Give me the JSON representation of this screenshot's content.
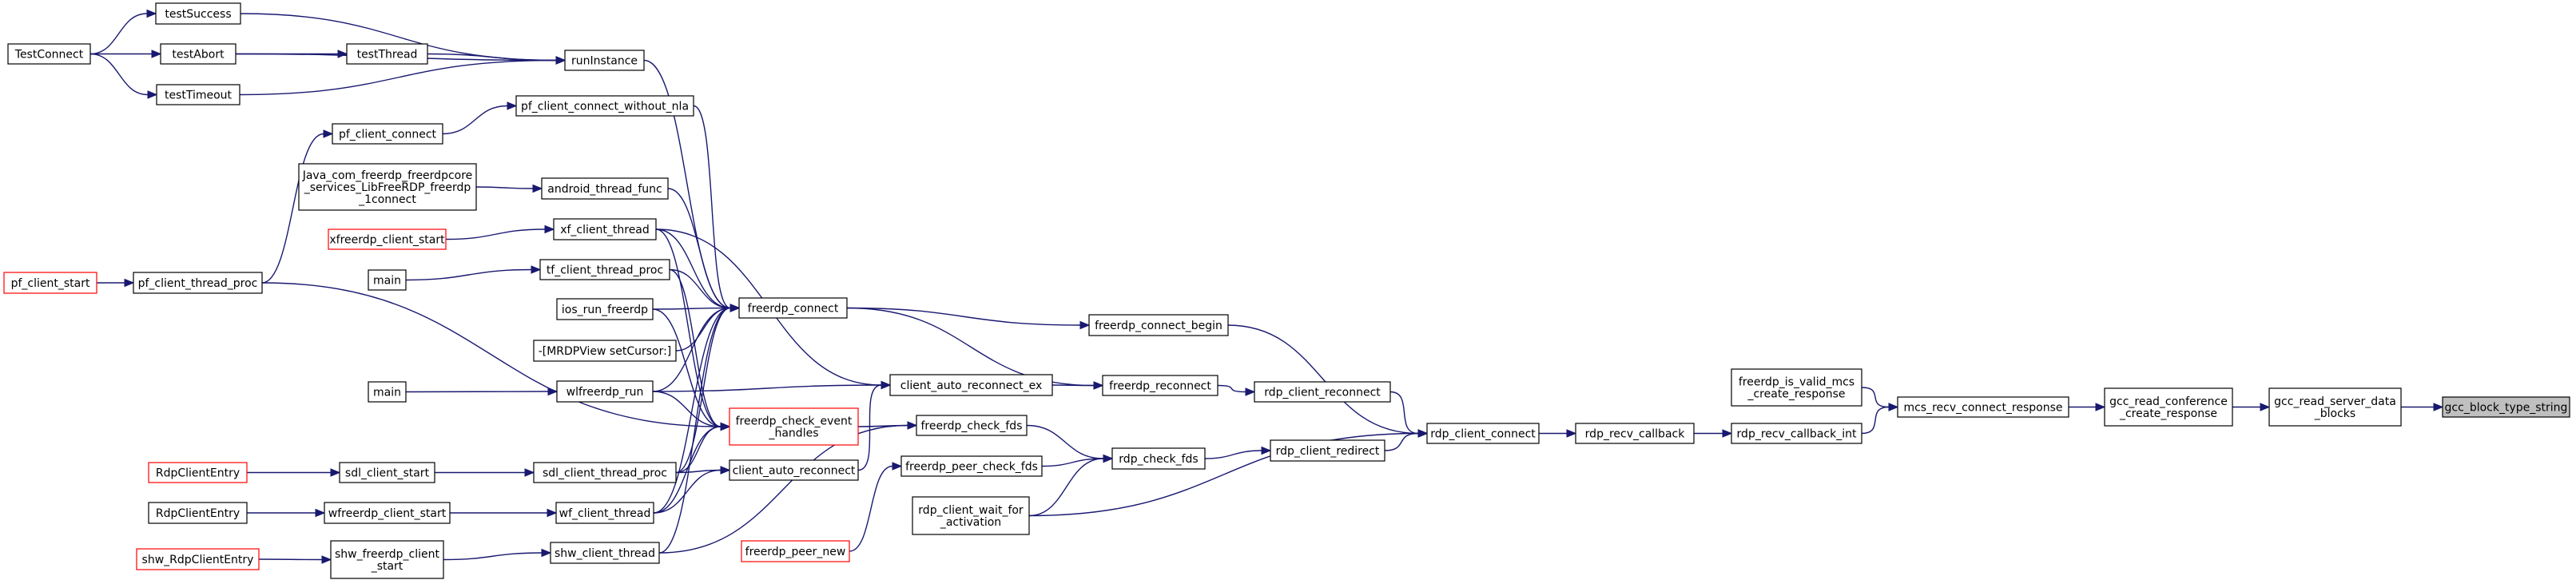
{
  "graph": {
    "edge_color": "#191970",
    "node_border_color": "#000000",
    "truncated_node_border_color": "#ff0000",
    "target_node_fill": "#bfbfbf",
    "nodes": [
      {
        "id": "gcc_block_type_string",
        "lines": [
          "gcc_block_type_string"
        ],
        "target": true
      },
      {
        "id": "gcc_read_server_data_blocks",
        "lines": [
          "gcc_read_server_data",
          "_blocks"
        ]
      },
      {
        "id": "gcc_read_conference_create_response",
        "lines": [
          "gcc_read_conference",
          "_create_response"
        ]
      },
      {
        "id": "mcs_recv_connect_response",
        "lines": [
          "mcs_recv_connect_response"
        ]
      },
      {
        "id": "freerdp_is_valid_mcs_create_response",
        "lines": [
          "freerdp_is_valid_mcs",
          "_create_response"
        ]
      },
      {
        "id": "rdp_recv_callback_int",
        "lines": [
          "rdp_recv_callback_int"
        ]
      },
      {
        "id": "rdp_recv_callback",
        "lines": [
          "rdp_recv_callback"
        ]
      },
      {
        "id": "rdp_client_connect",
        "lines": [
          "rdp_client_connect"
        ]
      },
      {
        "id": "freerdp_connect_begin",
        "lines": [
          "freerdp_connect_begin"
        ]
      },
      {
        "id": "rdp_client_reconnect",
        "lines": [
          "rdp_client_reconnect"
        ]
      },
      {
        "id": "rdp_client_redirect",
        "lines": [
          "rdp_client_redirect"
        ]
      },
      {
        "id": "freerdp_reconnect",
        "lines": [
          "freerdp_reconnect"
        ]
      },
      {
        "id": "rdp_check_fds",
        "lines": [
          "rdp_check_fds"
        ]
      },
      {
        "id": "freerdp_connect",
        "lines": [
          "freerdp_connect"
        ]
      },
      {
        "id": "client_auto_reconnect_ex",
        "lines": [
          "client_auto_reconnect_ex"
        ]
      },
      {
        "id": "freerdp_check_fds",
        "lines": [
          "freerdp_check_fds"
        ]
      },
      {
        "id": "freerdp_peer_check_fds",
        "lines": [
          "freerdp_peer_check_fds"
        ]
      },
      {
        "id": "rdp_client_wait_for_activation",
        "lines": [
          "rdp_client_wait_for",
          "_activation"
        ]
      },
      {
        "id": "freerdp_check_event_handles",
        "lines": [
          "freerdp_check_event",
          "_handles"
        ],
        "truncated": true
      },
      {
        "id": "client_auto_reconnect",
        "lines": [
          "client_auto_reconnect"
        ]
      },
      {
        "id": "freerdp_peer_new",
        "lines": [
          "freerdp_peer_new"
        ],
        "truncated": true
      },
      {
        "id": "runInstance",
        "lines": [
          "runInstance"
        ]
      },
      {
        "id": "pf_client_connect_without_nla",
        "lines": [
          "pf_client_connect_without_nla"
        ]
      },
      {
        "id": "android_thread_func",
        "lines": [
          "android_thread_func"
        ]
      },
      {
        "id": "xf_client_thread",
        "lines": [
          "xf_client_thread"
        ]
      },
      {
        "id": "tf_client_thread_proc",
        "lines": [
          "tf_client_thread_proc"
        ]
      },
      {
        "id": "ios_run_freerdp",
        "lines": [
          "ios_run_freerdp"
        ]
      },
      {
        "id": "MRDPView_setCursor",
        "lines": [
          "-[MRDPView setCursor:]"
        ]
      },
      {
        "id": "wlfreerdp_run",
        "lines": [
          "wlfreerdp_run"
        ]
      },
      {
        "id": "sdl_client_thread_proc",
        "lines": [
          "sdl_client_thread_proc"
        ]
      },
      {
        "id": "wf_client_thread",
        "lines": [
          "wf_client_thread"
        ]
      },
      {
        "id": "shw_client_thread",
        "lines": [
          "shw_client_thread"
        ]
      },
      {
        "id": "testSuccess",
        "lines": [
          "testSuccess"
        ]
      },
      {
        "id": "testThread",
        "lines": [
          "testThread"
        ]
      },
      {
        "id": "pf_client_connect",
        "lines": [
          "pf_client_connect"
        ]
      },
      {
        "id": "Java_com_freerdp",
        "lines": [
          "Java_com_freerdp_freerdpcore",
          "_services_LibFreeRDP_freerdp",
          "_1connect"
        ]
      },
      {
        "id": "xfreerdp_client_start",
        "lines": [
          "xfreerdp_client_start"
        ],
        "truncated": true
      },
      {
        "id": "main_tf",
        "lines": [
          "main"
        ]
      },
      {
        "id": "main_wl",
        "lines": [
          "main"
        ]
      },
      {
        "id": "sdl_client_start",
        "lines": [
          "sdl_client_start"
        ]
      },
      {
        "id": "wfreerdp_client_start",
        "lines": [
          "wfreerdp_client_start"
        ]
      },
      {
        "id": "shw_freerdp_client_start",
        "lines": [
          "shw_freerdp_client",
          "_start"
        ]
      },
      {
        "id": "testAbort",
        "lines": [
          "testAbort"
        ]
      },
      {
        "id": "testTimeout",
        "lines": [
          "testTimeout"
        ]
      },
      {
        "id": "pf_client_thread_proc",
        "lines": [
          "pf_client_thread_proc"
        ]
      },
      {
        "id": "RdpClientEntry_sdl",
        "lines": [
          "RdpClientEntry"
        ],
        "truncated": true
      },
      {
        "id": "RdpClientEntry_wf",
        "lines": [
          "RdpClientEntry"
        ]
      },
      {
        "id": "shw_RdpClientEntry",
        "lines": [
          "shw_RdpClientEntry"
        ],
        "truncated": true
      },
      {
        "id": "TestConnect",
        "lines": [
          "TestConnect"
        ]
      },
      {
        "id": "pf_client_start",
        "lines": [
          "pf_client_start"
        ],
        "truncated": true
      }
    ],
    "edges": [
      {
        "from": "gcc_read_server_data_blocks",
        "to": "gcc_block_type_string"
      },
      {
        "from": "gcc_read_conference_create_response",
        "to": "gcc_read_server_data_blocks"
      },
      {
        "from": "mcs_recv_connect_response",
        "to": "gcc_read_conference_create_response"
      },
      {
        "from": "freerdp_is_valid_mcs_create_response",
        "to": "mcs_recv_connect_response"
      },
      {
        "from": "rdp_recv_callback_int",
        "to": "mcs_recv_connect_response"
      },
      {
        "from": "rdp_recv_callback",
        "to": "rdp_recv_callback_int"
      },
      {
        "from": "rdp_client_connect",
        "to": "rdp_recv_callback"
      },
      {
        "from": "freerdp_connect_begin",
        "to": "rdp_client_connect"
      },
      {
        "from": "rdp_client_reconnect",
        "to": "rdp_client_connect"
      },
      {
        "from": "rdp_client_redirect",
        "to": "rdp_client_connect"
      },
      {
        "from": "rdp_client_wait_for_activation",
        "to": "rdp_client_connect"
      },
      {
        "from": "freerdp_reconnect",
        "to": "rdp_client_reconnect"
      },
      {
        "from": "rdp_check_fds",
        "to": "rdp_client_redirect"
      },
      {
        "from": "freerdp_connect",
        "to": "freerdp_connect_begin"
      },
      {
        "from": "freerdp_connect",
        "to": "freerdp_reconnect"
      },
      {
        "from": "client_auto_reconnect_ex",
        "to": "freerdp_reconnect"
      },
      {
        "from": "freerdp_check_fds",
        "to": "rdp_check_fds"
      },
      {
        "from": "freerdp_peer_check_fds",
        "to": "rdp_check_fds"
      },
      {
        "from": "rdp_client_wait_for_activation",
        "to": "rdp_check_fds"
      },
      {
        "from": "freerdp_check_event_handles",
        "to": "freerdp_check_fds"
      },
      {
        "from": "client_auto_reconnect",
        "to": "client_auto_reconnect_ex"
      },
      {
        "from": "xf_client_thread",
        "to": "client_auto_reconnect_ex"
      },
      {
        "from": "wlfreerdp_run",
        "to": "client_auto_reconnect_ex"
      },
      {
        "from": "freerdp_peer_new",
        "to": "freerdp_peer_check_fds"
      },
      {
        "from": "runInstance",
        "to": "freerdp_connect"
      },
      {
        "from": "pf_client_connect_without_nla",
        "to": "freerdp_connect"
      },
      {
        "from": "android_thread_func",
        "to": "freerdp_connect"
      },
      {
        "from": "xf_client_thread",
        "to": "freerdp_connect"
      },
      {
        "from": "tf_client_thread_proc",
        "to": "freerdp_connect"
      },
      {
        "from": "ios_run_freerdp",
        "to": "freerdp_connect"
      },
      {
        "from": "MRDPView_setCursor",
        "to": "freerdp_connect"
      },
      {
        "from": "wlfreerdp_run",
        "to": "freerdp_connect"
      },
      {
        "from": "sdl_client_thread_proc",
        "to": "freerdp_connect"
      },
      {
        "from": "wf_client_thread",
        "to": "freerdp_connect"
      },
      {
        "from": "shw_client_thread",
        "to": "freerdp_connect"
      },
      {
        "from": "pf_client_connect",
        "to": "pf_client_connect_without_nla"
      },
      {
        "from": "Java_com_freerdp",
        "to": "android_thread_func"
      },
      {
        "from": "xfreerdp_client_start",
        "to": "xf_client_thread"
      },
      {
        "from": "main_tf",
        "to": "tf_client_thread_proc"
      },
      {
        "from": "main_wl",
        "to": "wlfreerdp_run"
      },
      {
        "from": "sdl_client_start",
        "to": "sdl_client_thread_proc"
      },
      {
        "from": "wfreerdp_client_start",
        "to": "wf_client_thread"
      },
      {
        "from": "shw_freerdp_client_start",
        "to": "shw_client_thread"
      },
      {
        "from": "testSuccess",
        "to": "runInstance"
      },
      {
        "from": "testThread",
        "to": "runInstance"
      },
      {
        "from": "testAbort",
        "to": "runInstance"
      },
      {
        "from": "testTimeout",
        "to": "runInstance"
      },
      {
        "from": "testAbort",
        "to": "testThread"
      },
      {
        "from": "pf_client_thread_proc",
        "to": "pf_client_connect"
      },
      {
        "from": "pf_client_thread_proc",
        "to": "freerdp_check_event_handles"
      },
      {
        "from": "xf_client_thread",
        "to": "freerdp_check_event_handles"
      },
      {
        "from": "tf_client_thread_proc",
        "to": "freerdp_check_event_handles"
      },
      {
        "from": "ios_run_freerdp",
        "to": "freerdp_check_event_handles"
      },
      {
        "from": "wlfreerdp_run",
        "to": "freerdp_check_event_handles"
      },
      {
        "from": "sdl_client_thread_proc",
        "to": "freerdp_check_event_handles"
      },
      {
        "from": "wf_client_thread",
        "to": "freerdp_check_event_handles"
      },
      {
        "from": "sdl_client_thread_proc",
        "to": "client_auto_reconnect"
      },
      {
        "from": "wf_client_thread",
        "to": "client_auto_reconnect"
      },
      {
        "from": "shw_client_thread",
        "to": "freerdp_check_fds"
      },
      {
        "from": "RdpClientEntry_sdl",
        "to": "sdl_client_start"
      },
      {
        "from": "RdpClientEntry_wf",
        "to": "wfreerdp_client_start"
      },
      {
        "from": "shw_RdpClientEntry",
        "to": "shw_freerdp_client_start"
      },
      {
        "from": "TestConnect",
        "to": "testSuccess"
      },
      {
        "from": "TestConnect",
        "to": "testAbort"
      },
      {
        "from": "TestConnect",
        "to": "testTimeout"
      },
      {
        "from": "pf_client_start",
        "to": "pf_client_thread_proc"
      }
    ]
  }
}
